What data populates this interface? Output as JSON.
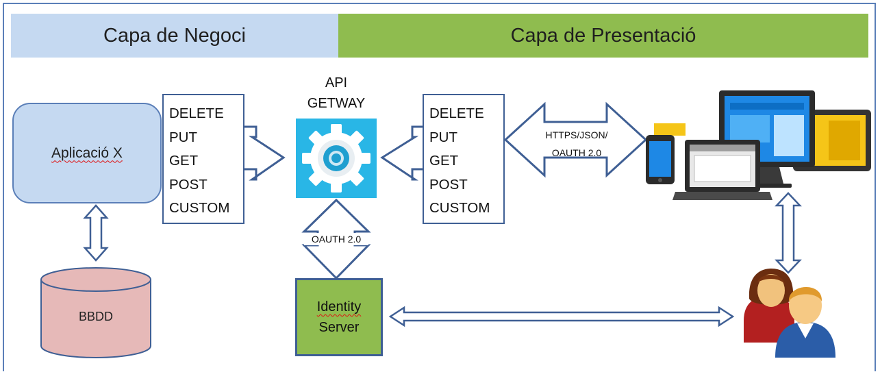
{
  "header": {
    "left_label": "Capa de Negoci",
    "right_label": "Capa de Presentació"
  },
  "app": {
    "label": "Aplicació X"
  },
  "database": {
    "label": "BBDD"
  },
  "gateway": {
    "title_line1": "API",
    "title_line2": "GETWAY"
  },
  "methods_left": [
    "DELETE",
    "PUT",
    "GET",
    "POST",
    "CUSTOM"
  ],
  "methods_right": [
    "DELETE",
    "PUT",
    "GET",
    "POST",
    "CUSTOM"
  ],
  "protocol_label": {
    "line1": "HTTPS/JSON/",
    "line2": "OAUTH 2.0"
  },
  "oauth_label": "OAUTH 2.0",
  "identity_server": {
    "line1": "Identity",
    "line2": "Server"
  },
  "colors": {
    "business_band": "#c5d9f1",
    "presentation_band": "#8fbc4f",
    "arrow_outline": "#3f5f94",
    "database_fill": "#e6b9b8",
    "gear_bg": "#29b6e6"
  },
  "icons": [
    "gear-icon",
    "devices-icon",
    "users-icon"
  ]
}
